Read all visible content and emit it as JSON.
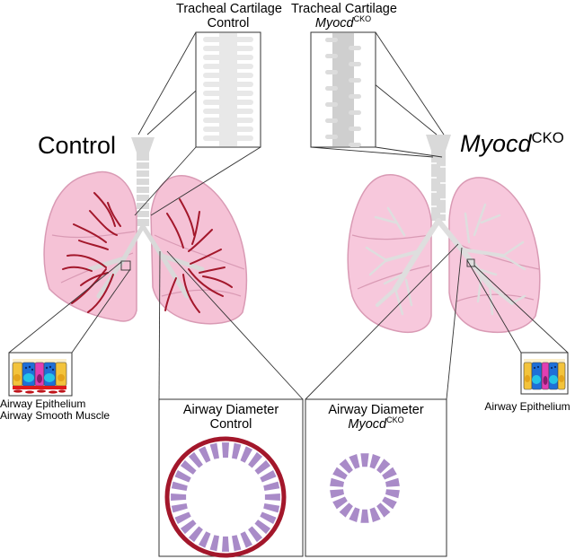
{
  "colors": {
    "lung_fill": "#f5c2d6",
    "lung_edge": "#d99ab4",
    "lung_fill_mutant": "#f7c8dc",
    "airway_gray": "#d9d9d9",
    "smooth_muscle": "#a3172b",
    "epithelial_cell": "#a98bc8",
    "cell_blue": "#1f6fd8",
    "cell_cyan": "#25c3e6",
    "cell_yellow": "#f3c33b",
    "cell_magenta": "#e13fb2",
    "basal_red": "#e01a1a"
  },
  "left": {
    "title": "Control",
    "trachea_box": {
      "line1": "Tracheal Cartilage",
      "line2": "Control"
    },
    "airway_box": {
      "line1": "Airway Diameter",
      "line2": "Control"
    },
    "cell_caption": {
      "line1": "Airway Epithelium",
      "line2": "Airway Smooth Muscle"
    },
    "airway_ring": {
      "segments": 28,
      "smooth_muscle_ring": true
    }
  },
  "right": {
    "title_main": "Myocd",
    "title_sup": "CKO",
    "trachea_box": {
      "line1": "Tracheal Cartilage",
      "line2_main": "Myocd",
      "line2_sup": "CKO"
    },
    "airway_box": {
      "line1": "Airway Diameter",
      "line2_main": "Myocd",
      "line2_sup": "CKO"
    },
    "cell_caption": {
      "line1": "Airway Epithelium"
    },
    "airway_ring": {
      "segments": 18,
      "smooth_muscle_ring": false
    }
  }
}
